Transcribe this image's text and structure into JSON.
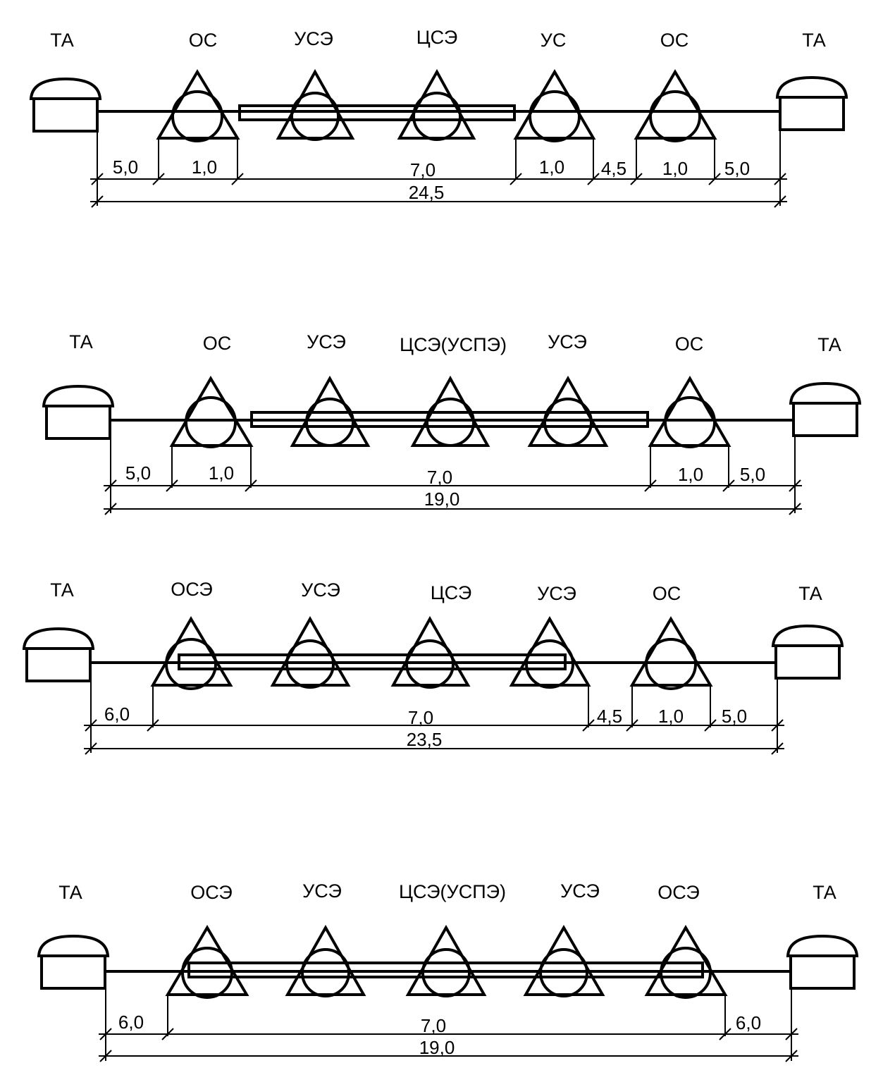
{
  "diagrams": [
    {
      "labels": [
        "ТА",
        "ОС",
        "УСЭ",
        "ЦСЭ",
        "УС",
        "ОС",
        "ТА"
      ],
      "spacings": [
        "5,0",
        "1,0",
        "7,0",
        "1,0",
        "4,5",
        "1,0",
        "5,0"
      ],
      "total": "24,5"
    },
    {
      "labels": [
        "ТА",
        "ОС",
        "УСЭ",
        "ЦСЭ(УСПЭ)",
        "УСЭ",
        "ОС",
        "ТА"
      ],
      "spacings": [
        "5,0",
        "1,0",
        "7,0",
        "1,0",
        "5,0"
      ],
      "total": "19,0"
    },
    {
      "labels": [
        "ТА",
        "ОСЭ",
        "УСЭ",
        "ЦСЭ",
        "УСЭ",
        "ОС",
        "ТА"
      ],
      "spacings": [
        "6,0",
        "7,0",
        "4,5",
        "1,0",
        "5,0"
      ],
      "total": "23,5"
    },
    {
      "labels": [
        "ТА",
        "ОСЭ",
        "УСЭ",
        "ЦСЭ(УСПЭ)",
        "УСЭ",
        "ОСЭ",
        "ТА"
      ],
      "spacings": [
        "6,0",
        "7,0",
        "6,0"
      ],
      "total": "19,0"
    }
  ]
}
